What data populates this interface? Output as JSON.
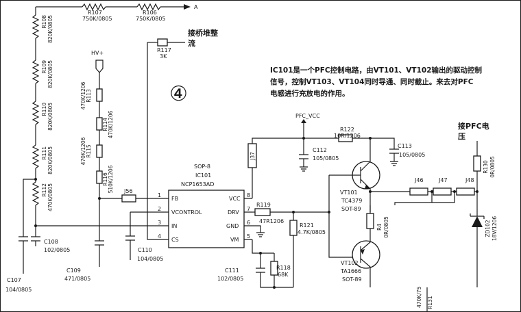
{
  "labels": {
    "a_out": "A",
    "r107": "R107",
    "r107_val": "750K/0805",
    "r106": "R106",
    "r106_val": "750K/0805",
    "r108": "R108",
    "r108_val": "820K/0805",
    "r109": "R109",
    "r109_val": "820K/0805",
    "r110": "R110",
    "r110_val": "820K/0805",
    "r111": "R111",
    "r111_val": "820K/0805",
    "r112": "R112",
    "r112_val": "470K/0805",
    "r117": "R117",
    "r117_val": "3K",
    "bridge_note_1": "接桥堆整",
    "bridge_note_2": "流",
    "hv": "HV+",
    "r113": "R113",
    "r113_val": "470K/1206",
    "r114": "R114",
    "r114_val": "470K/1206",
    "r115": "R115",
    "r115_val": "470K/1206",
    "r116": "R116",
    "r116_val": "510K/1206",
    "j56": "J56",
    "circle_num": "④",
    "ic_pkg": "SOP-8",
    "ic_ref": "IC101",
    "ic_part": "NCP1653AD",
    "pin_fb": "FB",
    "pin_vcontrol": "VCONTROL",
    "pin_in": "IN",
    "pin_cs": "CS",
    "pin_vcc": "VCC",
    "pin_drv": "DRV",
    "pin_gnd": "GND",
    "pin_vm": "VM",
    "p1": "1",
    "p2": "2",
    "p3": "3",
    "p4": "4",
    "p5": "5",
    "p6": "6",
    "p7": "7",
    "p8": "8",
    "c107": "C107",
    "c107_val": "104/0805",
    "c108": "C108",
    "c108_val": "102/0805",
    "c109": "C109",
    "c109_val": "471/0805",
    "c110": "C110",
    "c110_val": "104/0805",
    "c111": "C111",
    "c111_val": "102/0805",
    "c112": "C112",
    "c112_val": "105/0805",
    "c113": "C113",
    "c113_val": "105/0805",
    "j37": "J37",
    "pfc_vcc": "PFC_VCC",
    "r122": "R122",
    "r122_val": "10R/1206",
    "r119": "R119",
    "r119_val": "47R1206",
    "r121": "R121",
    "r121_val": "4.7K/0805",
    "r118": "R118",
    "r118_val": "68K",
    "vt101": "VT101",
    "vt101_part": "TC4379",
    "vt101_pkg": "SOT-89",
    "vt102": "VT102",
    "vt102_part": "TA1666",
    "vt102_pkg": "SOT-89",
    "r4": "R4",
    "r4_val": "0R/0805",
    "j46": "J46",
    "j47": "J47",
    "j48": "J48",
    "pfc_inductor_1": "接PFC电",
    "pfc_inductor_2": "压",
    "r130": "R130",
    "r130_val": "0R/0805",
    "zd102": "ZD102",
    "zd102_val": "18V/1206",
    "bottom_cut_1": "470K/75",
    "bottom_cut_2": "R131",
    "note_line1": "IC101是一个PFC控制电路，由VT101、VT102输出的驱动控制",
    "note_line2": "信号，控制VT103、VT104同时导通、同时截止。来去对PFC",
    "note_line3": "电感进行充放电的作用。"
  }
}
